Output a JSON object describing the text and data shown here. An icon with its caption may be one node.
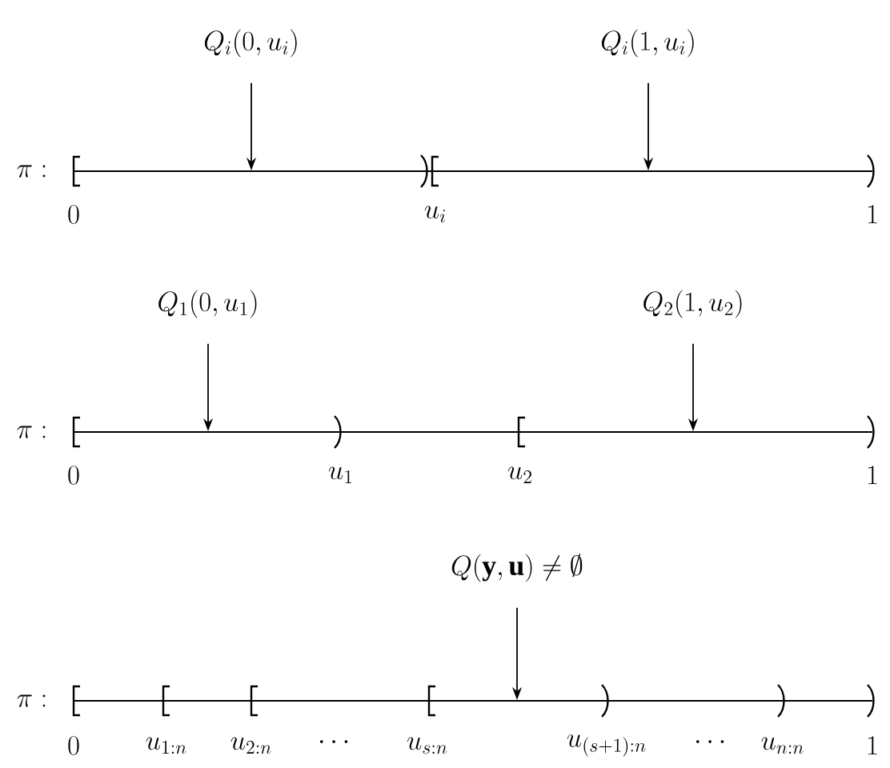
{
  "diagram": {
    "nodes": [
      {
        "text": [
          "Q_i(0, u_i)"
        ]
      },
      {
        "text": [
          "Q_i(1, u_i)"
        ]
      },
      {
        "text": [
          "Q_1(0, u_1)"
        ]
      },
      {
        "text": [
          "Q_2(1, u_2)"
        ]
      },
      {
        "text": [
          "Q(\\mathbf{y}, \\mathbf{u}) \\neq \\emptyset"
        ]
      }
    ],
    "edges": [
      {
        "from": 0,
        "to": null,
        "arrow": "to"
      },
      {
        "from": 1,
        "to": null,
        "arrow": "to"
      },
      {
        "from": 2,
        "to": null,
        "arrow": "to"
      },
      {
        "from": 3,
        "to": null,
        "arrow": "to"
      },
      {
        "from": 4,
        "to": null,
        "arrow": "to"
      }
    ],
    "labels": [
      "\\pi :",
      "0",
      "u_i",
      "1",
      "\\pi :",
      "0",
      "u_1",
      "u_2",
      "1",
      "\\pi :",
      "0",
      "u_{1:n}",
      "u_{2:n}",
      "\\cdots",
      "u_{s:n}",
      "u_{(s+1):n}",
      "\\cdots",
      "u_{n:n}",
      "1"
    ]
  }
}
